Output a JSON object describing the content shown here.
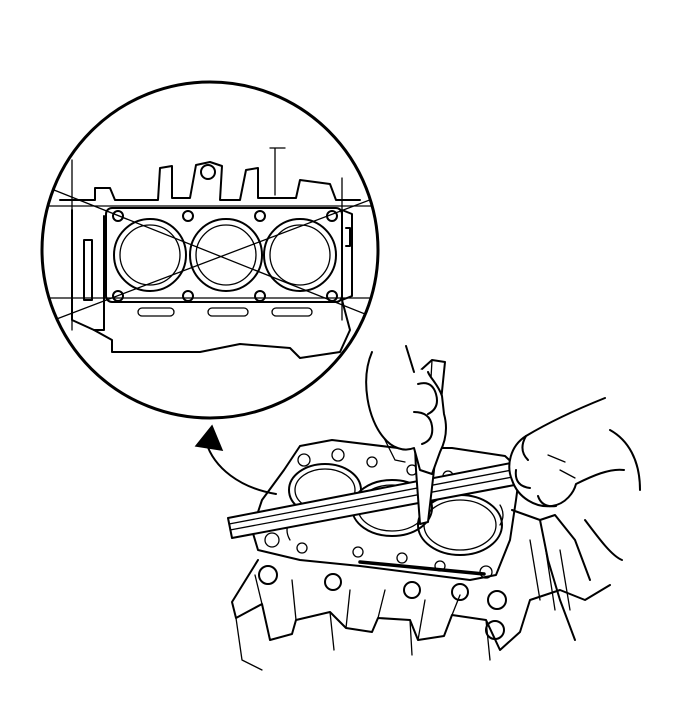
{
  "figure": {
    "ink_color": "#000000",
    "background_color": "#ffffff",
    "icons": [
      "magnified-gasket-detail",
      "cylinder-head-gasket",
      "straightedge",
      "feeler-gauge",
      "hand",
      "curved-arrow"
    ]
  }
}
